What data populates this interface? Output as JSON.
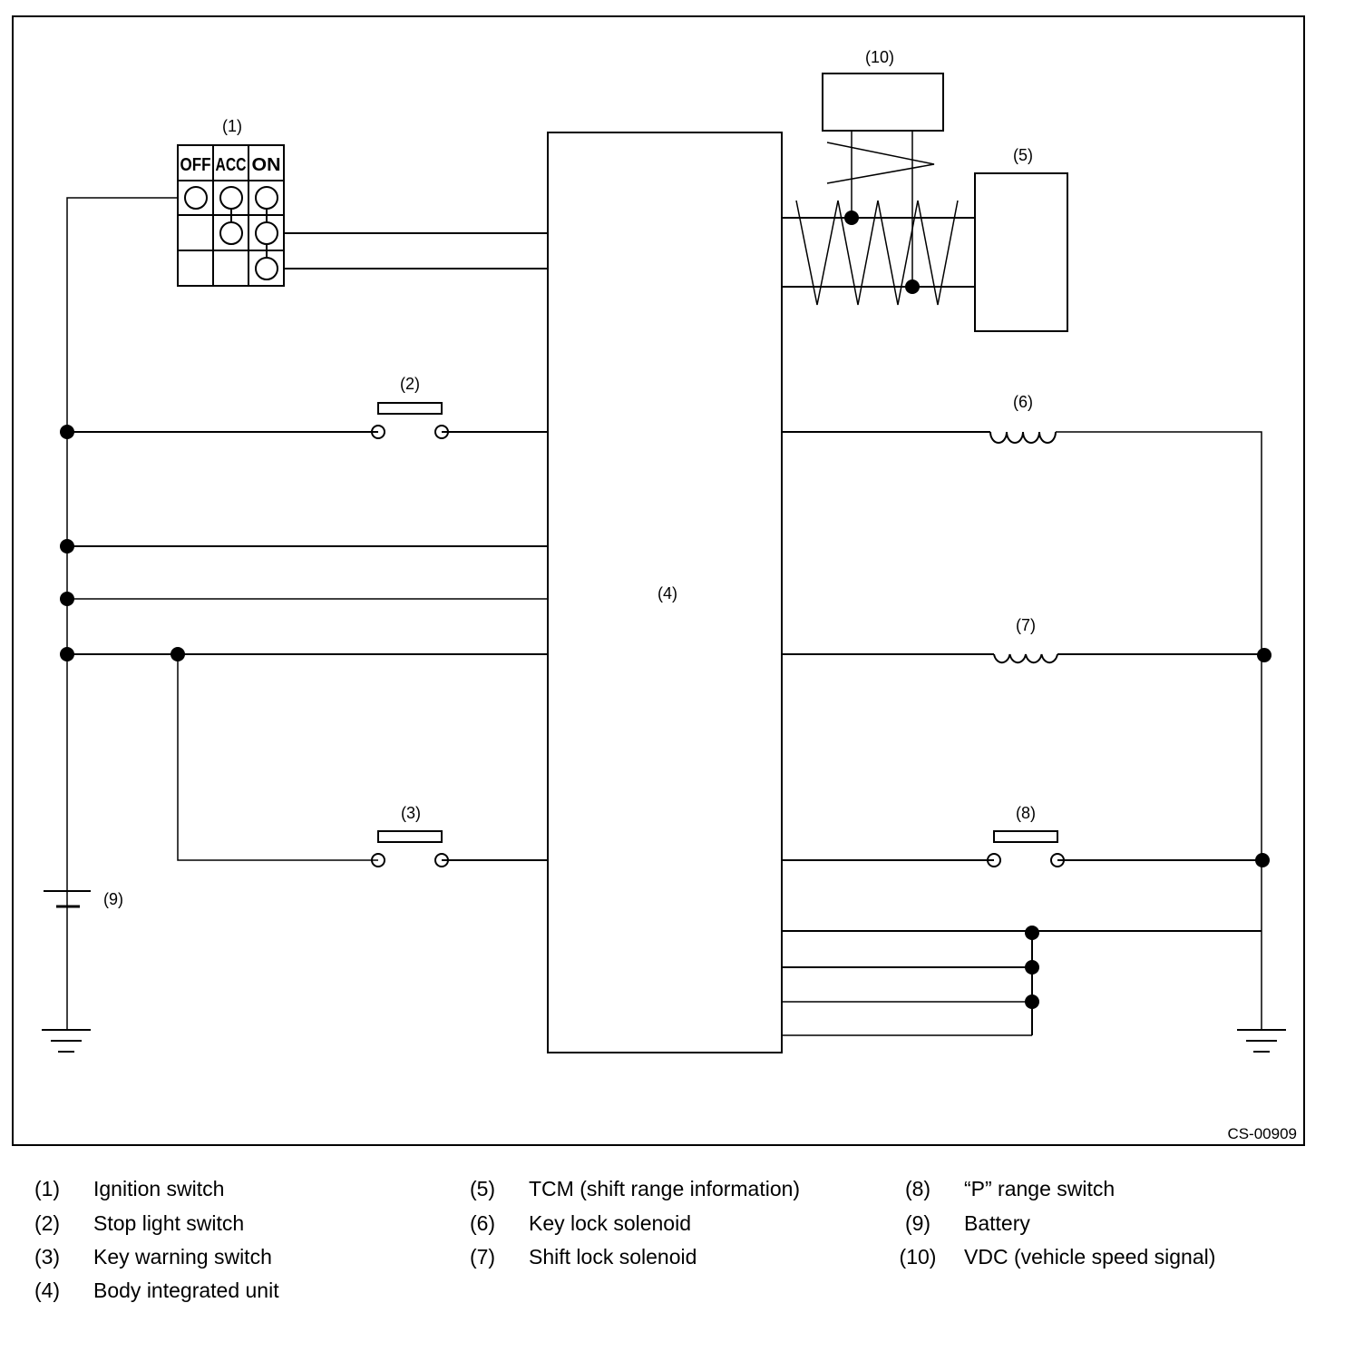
{
  "diagram": {
    "labels": {
      "c1": "(1)",
      "c2": "(2)",
      "c3": "(3)",
      "c4": "(4)",
      "c5": "(5)",
      "c6": "(6)",
      "c7": "(7)",
      "c8": "(8)",
      "c9": "(9)",
      "c10": "(10)"
    },
    "ignition_positions": [
      "OFF",
      "ACC",
      "ON"
    ],
    "code": "CS-00909"
  },
  "legend": [
    {
      "num": "(1)",
      "label": "Ignition switch"
    },
    {
      "num": "(2)",
      "label": "Stop light switch"
    },
    {
      "num": "(3)",
      "label": "Key warning switch"
    },
    {
      "num": "(4)",
      "label": "Body integrated unit"
    },
    {
      "num": "(5)",
      "label": "TCM (shift range information)"
    },
    {
      "num": "(6)",
      "label": "Key lock solenoid"
    },
    {
      "num": "(7)",
      "label": "Shift lock solenoid"
    },
    {
      "num": "(8)",
      "label": "“P” range switch"
    },
    {
      "num": "(9)",
      "label": "Battery"
    },
    {
      "num": "(10)",
      "label": "VDC (vehicle speed signal)"
    }
  ]
}
